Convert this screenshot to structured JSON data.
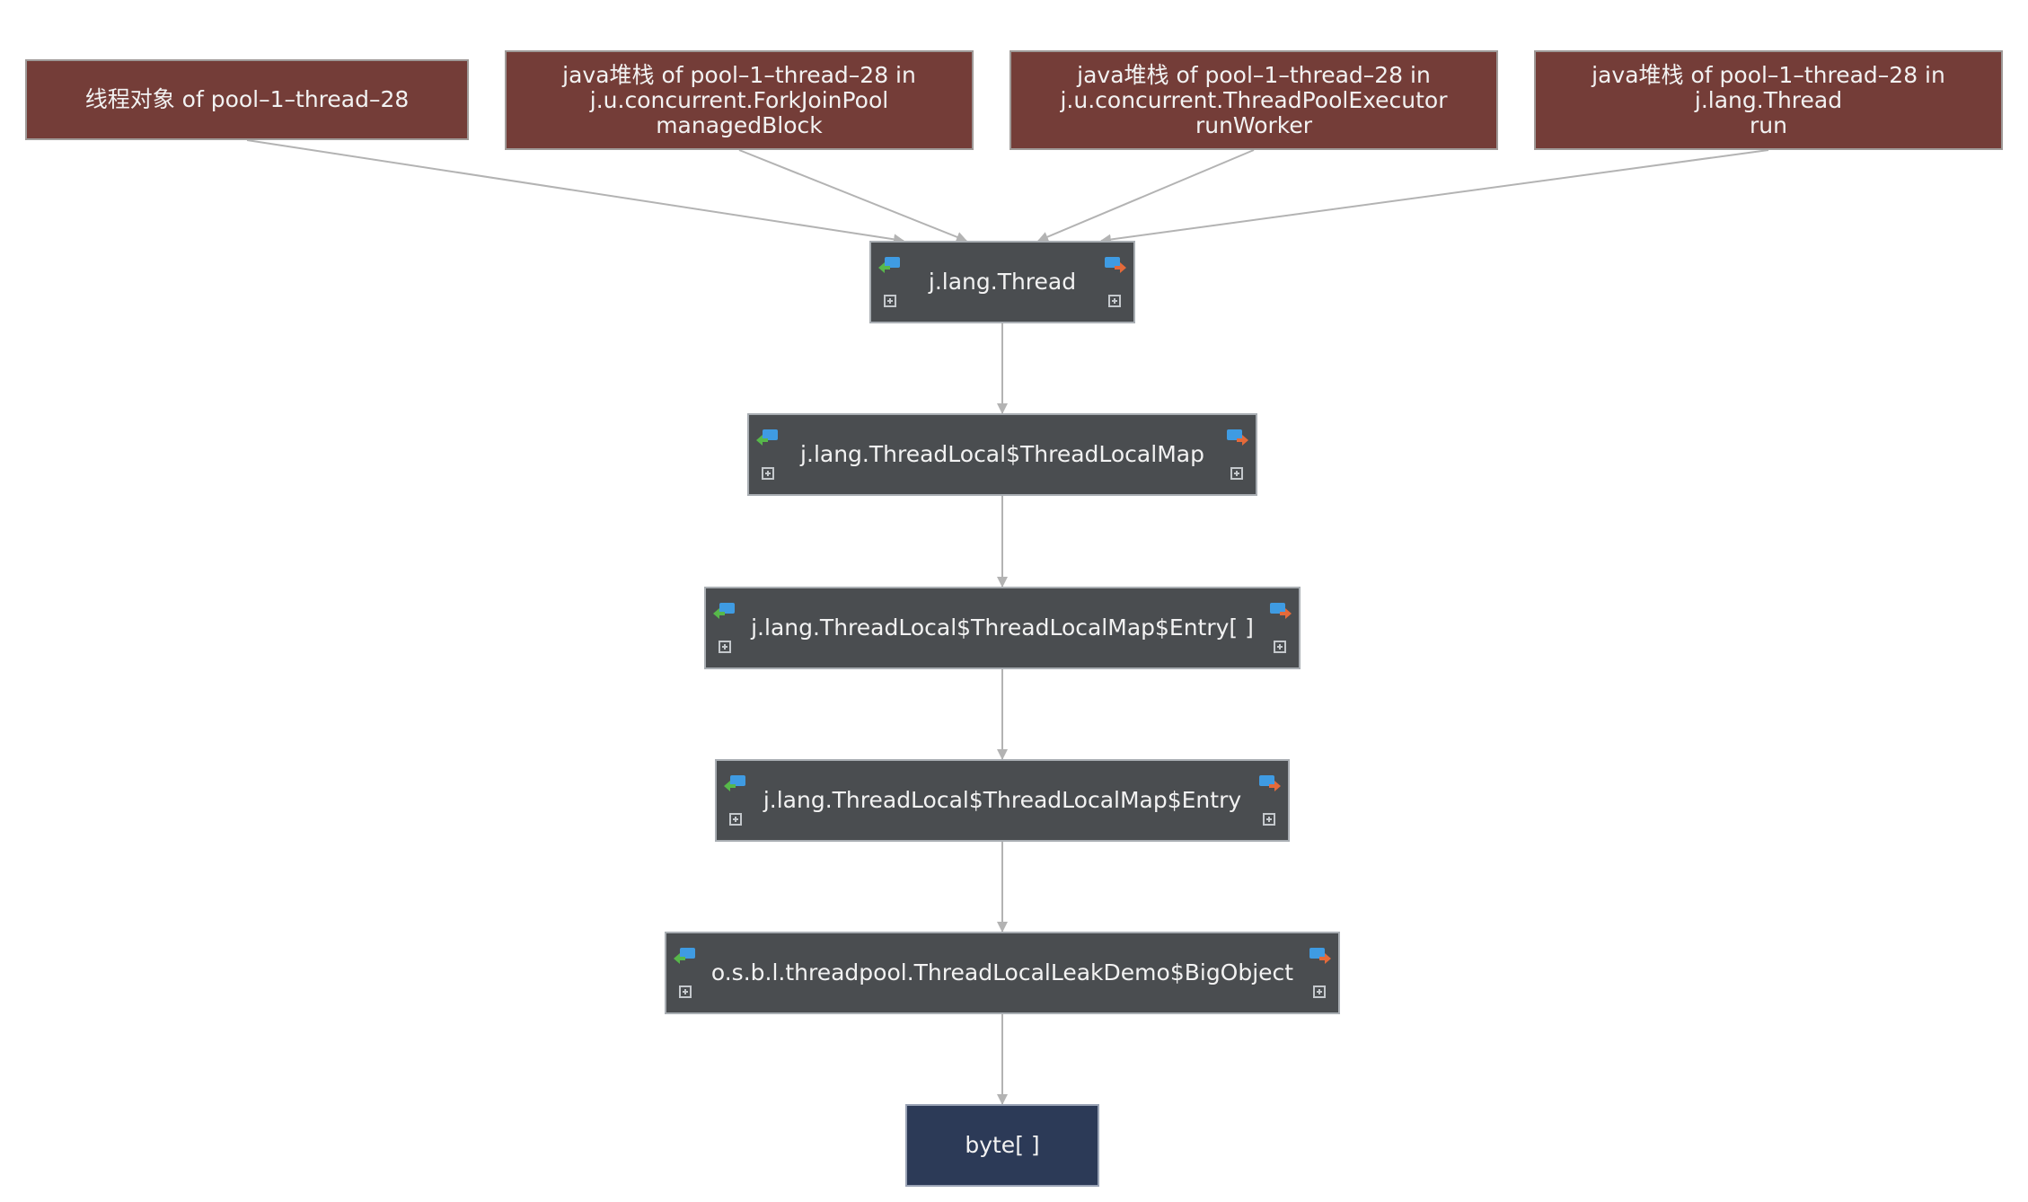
{
  "diagram": {
    "roots": [
      {
        "id": "r1",
        "label": "线程对象 of pool–1–thread–28"
      },
      {
        "id": "r2",
        "label": "java堆栈 of pool–1–thread–28 in\nj.u.concurrent.ForkJoinPool\nmanagedBlock"
      },
      {
        "id": "r3",
        "label": "java堆栈 of pool–1–thread–28 in\nj.u.concurrent.ThreadPoolExecutor\nrunWorker"
      },
      {
        "id": "r4",
        "label": "java堆栈 of pool–1–thread–28 in\nj.lang.Thread\nrun"
      }
    ],
    "chain": [
      {
        "id": "n1",
        "label": "j.lang.Thread"
      },
      {
        "id": "n2",
        "label": "j.lang.ThreadLocal$ThreadLocalMap"
      },
      {
        "id": "n3",
        "label": "j.lang.ThreadLocal$ThreadLocalMap$Entry[ ]"
      },
      {
        "id": "n4",
        "label": "j.lang.ThreadLocal$ThreadLocalMap$Entry"
      },
      {
        "id": "n5",
        "label": "o.s.b.l.threadpool.ThreadLocalLeakDemo$BigObject"
      },
      {
        "id": "n6",
        "label": "byte[ ]"
      }
    ],
    "edges": [
      [
        "r1",
        "n1"
      ],
      [
        "r2",
        "n1"
      ],
      [
        "r3",
        "n1"
      ],
      [
        "r4",
        "n1"
      ],
      [
        "n1",
        "n2"
      ],
      [
        "n2",
        "n3"
      ],
      [
        "n3",
        "n4"
      ],
      [
        "n4",
        "n5"
      ],
      [
        "n5",
        "n6"
      ]
    ],
    "colors": {
      "root_fill": "#743d38",
      "object_fill": "#4a4d50",
      "leaf_fill": "#2c3a57",
      "edge": "#b3b3b3"
    },
    "icons": {
      "incoming": "incoming-refs-icon",
      "outgoing": "outgoing-refs-icon",
      "expand": "expand-plus-icon"
    }
  }
}
